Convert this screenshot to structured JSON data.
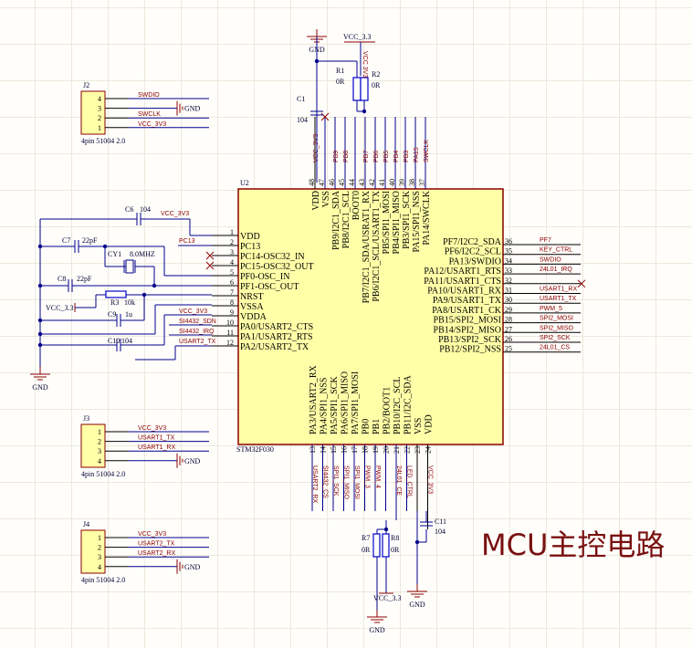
{
  "title": "MCU主控电路",
  "chip": {
    "ref": "U2",
    "part": "STM32F030",
    "left_pins": [
      {
        "num": "1",
        "name": "VDD"
      },
      {
        "num": "2",
        "name": "PC13",
        "net": "PC13"
      },
      {
        "num": "3",
        "name": "PC14-OSC32_IN"
      },
      {
        "num": "4",
        "name": "PC15-OSC32_OUT"
      },
      {
        "num": "5",
        "name": "PF0-OSC_IN"
      },
      {
        "num": "6",
        "name": "PF1-OSC_OUT"
      },
      {
        "num": "7",
        "name": "NRST"
      },
      {
        "num": "8",
        "name": "VSSA"
      },
      {
        "num": "9",
        "name": "VDDA",
        "net": "VCC_3V3"
      },
      {
        "num": "10",
        "name": "PA0/USART2_CTS",
        "net": "SI4432_SDN"
      },
      {
        "num": "11",
        "name": "PA1/USART2_RTS",
        "net": "SI4432_IRQ"
      },
      {
        "num": "12",
        "name": "PA2/USART2_TX",
        "net": "USART2_TX"
      }
    ],
    "top_pins": [
      {
        "num": "48",
        "name": "VDD",
        "net": "VCC_3V3"
      },
      {
        "num": "47",
        "name": "VSS"
      },
      {
        "num": "46",
        "name": "PB9/I2C1_SDA",
        "net": "PB9"
      },
      {
        "num": "45",
        "name": "PB8/I2C1_SCL",
        "net": "PB8"
      },
      {
        "num": "44",
        "name": "BOOT0"
      },
      {
        "num": "43",
        "name": "PB7/I2C1_SDA/USRAT1_RX",
        "net": "PB7"
      },
      {
        "num": "42",
        "name": "PB6/I2C1_SCL/USART1_TX",
        "net": "PB6"
      },
      {
        "num": "41",
        "name": "PB5/SPI1_MOSI",
        "net": "PB5"
      },
      {
        "num": "40",
        "name": "PB4/SPI1_MISO",
        "net": "PB4"
      },
      {
        "num": "39",
        "name": "PB3/SPI1_SCK",
        "net": "PB3"
      },
      {
        "num": "38",
        "name": "PA15/SPI1_NSS",
        "net": "PA15"
      },
      {
        "num": "37",
        "name": "PA14/SWCLK",
        "net": "SWCLK"
      }
    ],
    "right_pins": [
      {
        "num": "36",
        "name": "PF7/I2C2_SDA",
        "net": "PF7"
      },
      {
        "num": "35",
        "name": "PF6/I2C2_SCL",
        "net": "KEY_CTRL"
      },
      {
        "num": "34",
        "name": "PA13/SWDIO",
        "net": "SWDIO"
      },
      {
        "num": "33",
        "name": "PA12/USART1_RTS",
        "net": "24L01_IRQ"
      },
      {
        "num": "32",
        "name": "PA11/USART1_CTS"
      },
      {
        "num": "31",
        "name": "PA10/USART1_RX",
        "net": "USART1_RX"
      },
      {
        "num": "30",
        "name": "PA9/USART1_TX",
        "net": "USART1_TX"
      },
      {
        "num": "29",
        "name": "PA8/USART1_CK",
        "net": "PWM_5"
      },
      {
        "num": "28",
        "name": "PB15/SPI2_MOSI",
        "net": "SPI2_MOSI"
      },
      {
        "num": "27",
        "name": "PB14/SPI2_MISO",
        "net": "SPI2_MISO"
      },
      {
        "num": "26",
        "name": "PB13/SPI2_SCK",
        "net": "SPI2_SCK"
      },
      {
        "num": "25",
        "name": "PB12/SPI2_NSS",
        "net": "24L01_CS"
      }
    ],
    "bottom_pins": [
      {
        "num": "13",
        "name": "PA3/USART2_RX",
        "net": "USART2_RX"
      },
      {
        "num": "14",
        "name": "PA4/SPI1_NSS",
        "net": "SI4432_CS"
      },
      {
        "num": "15",
        "name": "PA5/SPI1_SCK",
        "net": "SPI1_SCK"
      },
      {
        "num": "16",
        "name": "PA6/SPI1_MISO",
        "net": "SPI1_MISO"
      },
      {
        "num": "17",
        "name": "PA7/SPI1_MOSI",
        "net": "SPI1_MOSI"
      },
      {
        "num": "18",
        "name": "PB0",
        "net": "PWM_3"
      },
      {
        "num": "19",
        "name": "PB1",
        "net": "PWM_4"
      },
      {
        "num": "20",
        "name": "PB2/BOOT1"
      },
      {
        "num": "21",
        "name": "PB10/I2C_SCL",
        "net": "24L01_CE"
      },
      {
        "num": "22",
        "name": "PB11/I2C_SDA",
        "net": "LED_CTRL"
      },
      {
        "num": "23",
        "name": "VSS"
      },
      {
        "num": "24",
        "name": "VDD",
        "net": "VCC_3V3"
      }
    ]
  },
  "components": {
    "c1": {
      "ref": "C1",
      "value": "104"
    },
    "r1": {
      "ref": "R1",
      "value": "0R"
    },
    "r2": {
      "ref": "R2",
      "value": "0R"
    },
    "c6": {
      "ref": "C6",
      "value": "104",
      "net": "VCC_3V3"
    },
    "c7": {
      "ref": "C7",
      "value": "22pF"
    },
    "cy1": {
      "ref": "CY1",
      "value": "8.0MHZ"
    },
    "c8": {
      "ref": "C8",
      "value": "22pF"
    },
    "r3": {
      "ref": "R3",
      "value": "10k"
    },
    "c9": {
      "ref": "C9",
      "value": "1u"
    },
    "c10": {
      "ref": "C10",
      "value": "104"
    },
    "r7": {
      "ref": "R7",
      "value": "0R"
    },
    "r8": {
      "ref": "R8",
      "value": "0R"
    },
    "c11": {
      "ref": "C11",
      "value": "104"
    }
  },
  "power": {
    "gnd": "GND",
    "vcc33": "VCC_3.3",
    "vcc3v3": "VCC_3V3",
    "vcc_3v3_rot": "VCC 3V3"
  },
  "connectors": [
    {
      "ref": "J2",
      "part": "4pin 51004 2.0",
      "pins": [
        {
          "num": "4",
          "net": "SWDIO"
        },
        {
          "num": "3",
          "net": "GND"
        },
        {
          "num": "2",
          "net": "SWCLK"
        },
        {
          "num": "1",
          "net": "VCC_3V3"
        }
      ]
    },
    {
      "ref": "J3",
      "part": "4pin 51004 2.0",
      "pins": [
        {
          "num": "1",
          "net": "VCC_3V3"
        },
        {
          "num": "2",
          "net": "USART1_TX"
        },
        {
          "num": "3",
          "net": "USART1_RX"
        },
        {
          "num": "4",
          "net": "GND"
        }
      ]
    },
    {
      "ref": "J4",
      "part": "4pin 51004 2.0",
      "pins": [
        {
          "num": "1",
          "net": "VCC_3V3"
        },
        {
          "num": "2",
          "net": "USART2_TX"
        },
        {
          "num": "3",
          "net": "USART2_RX"
        },
        {
          "num": "4",
          "net": "GND"
        }
      ]
    }
  ],
  "colors": {
    "chip_fill": "#ffffa8",
    "chip_border": "#8b0000",
    "wire": "#00008b",
    "net_label": "#8b0000"
  }
}
